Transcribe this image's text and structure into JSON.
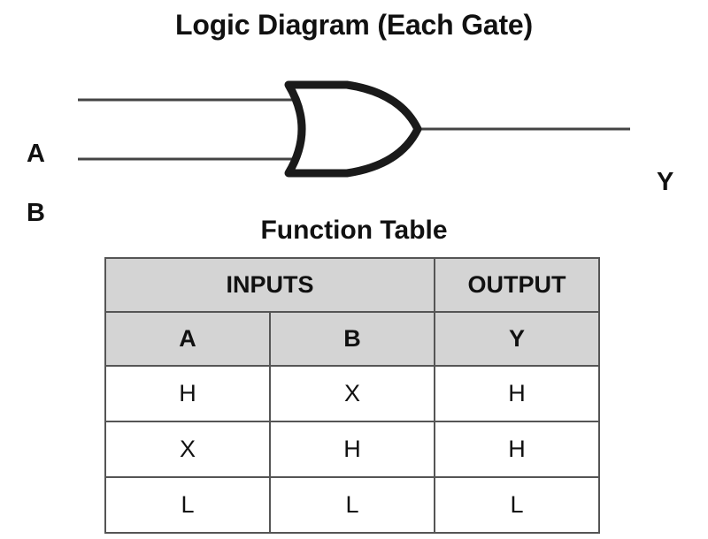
{
  "diagram": {
    "title": "Logic Diagram (Each Gate)",
    "gate_type": "or-gate",
    "inputs": [
      {
        "label": "A"
      },
      {
        "label": "B"
      }
    ],
    "output": {
      "label": "Y"
    }
  },
  "table": {
    "title": "Function Table",
    "group_headers": [
      {
        "label": "INPUTS",
        "span": 2
      },
      {
        "label": "OUTPUT",
        "span": 1
      }
    ],
    "column_headers": [
      "A",
      "B",
      "Y"
    ],
    "rows": [
      [
        "H",
        "X",
        "H"
      ],
      [
        "X",
        "H",
        "H"
      ],
      [
        "L",
        "L",
        "L"
      ]
    ]
  },
  "colors": {
    "header_fill": "#d4d4d4",
    "border": "#555555",
    "ink": "#111111",
    "background": "#ffffff"
  }
}
